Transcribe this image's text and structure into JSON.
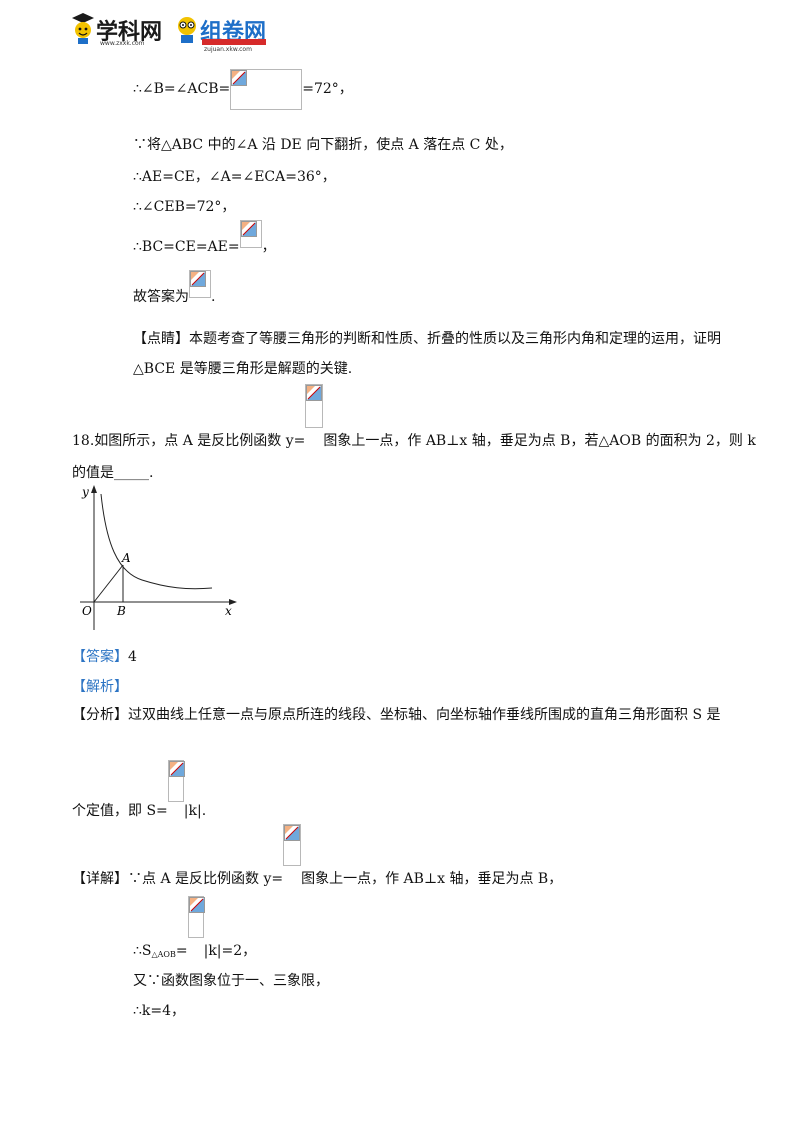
{
  "header": {
    "logo1_text": "学科网",
    "logo1_url": "www.zxxk.com",
    "logo2_text": "组卷网",
    "logo2_url": "zujuan.xkw.com"
  },
  "solution17": {
    "l1_pre": "∴∠B=∠ACB=",
    "l1_post": "=72°，",
    "l2": "∵将△ABC 中的∠A 沿 DE 向下翻折，使点 A 落在点 C 处，",
    "l3": "∴AE=CE，∠A=∠ECA=36°，",
    "l4": "∴∠CEB=72°，",
    "l5_pre": "∴BC=CE=AE=",
    "l5_post": "，",
    "l6_pre": "故答案为",
    "l6_post": ".",
    "dianjing_tag": "【点睛】",
    "dianjing_l1": "本题考查了等腰三角形的判断和性质、折叠的性质以及三角形内角和定理的运用，证明",
    "dianjing_l2": "△BCE 是等腰三角形是解题的关键."
  },
  "question18": {
    "q_pre": "18.如图所示，点 A 是反比例函数 y=",
    "q_post": "图象上一点，作 AB⊥x 轴，垂足为点 B，若△AOB 的面积为 2，则 k",
    "q_l2": "的值是_____."
  },
  "figure": {
    "y_label": "y",
    "x_label": "x",
    "o_label": "O",
    "a_label": "A",
    "b_label": "B"
  },
  "answer": {
    "answer_tag": "【答案】",
    "answer_value": "4",
    "jiexi_tag": "【解析】",
    "fenxi_tag": "【分析】",
    "fenxi_l1": "过双曲线上任意一点与原点所连的线段、坐标轴、向坐标轴作垂线所围成的直角三角形面积 S 是",
    "fenxi_l2_pre": "个定值，即 S=",
    "fenxi_l2_post": "|k|.",
    "xiangjie_tag": "【详解】",
    "xiangjie_l1_pre": "∵点 A 是反比例函数 y=",
    "xiangjie_l1_post": "图象上一点，作 AB⊥x 轴，垂足为点 B，",
    "s_pre": "∴S",
    "s_sub": "△AOB",
    "s_mid": "=",
    "s_post": "|k|=2，",
    "you": "又∵函数图象位于一、三象限，",
    "k_result": "∴k=4，"
  }
}
